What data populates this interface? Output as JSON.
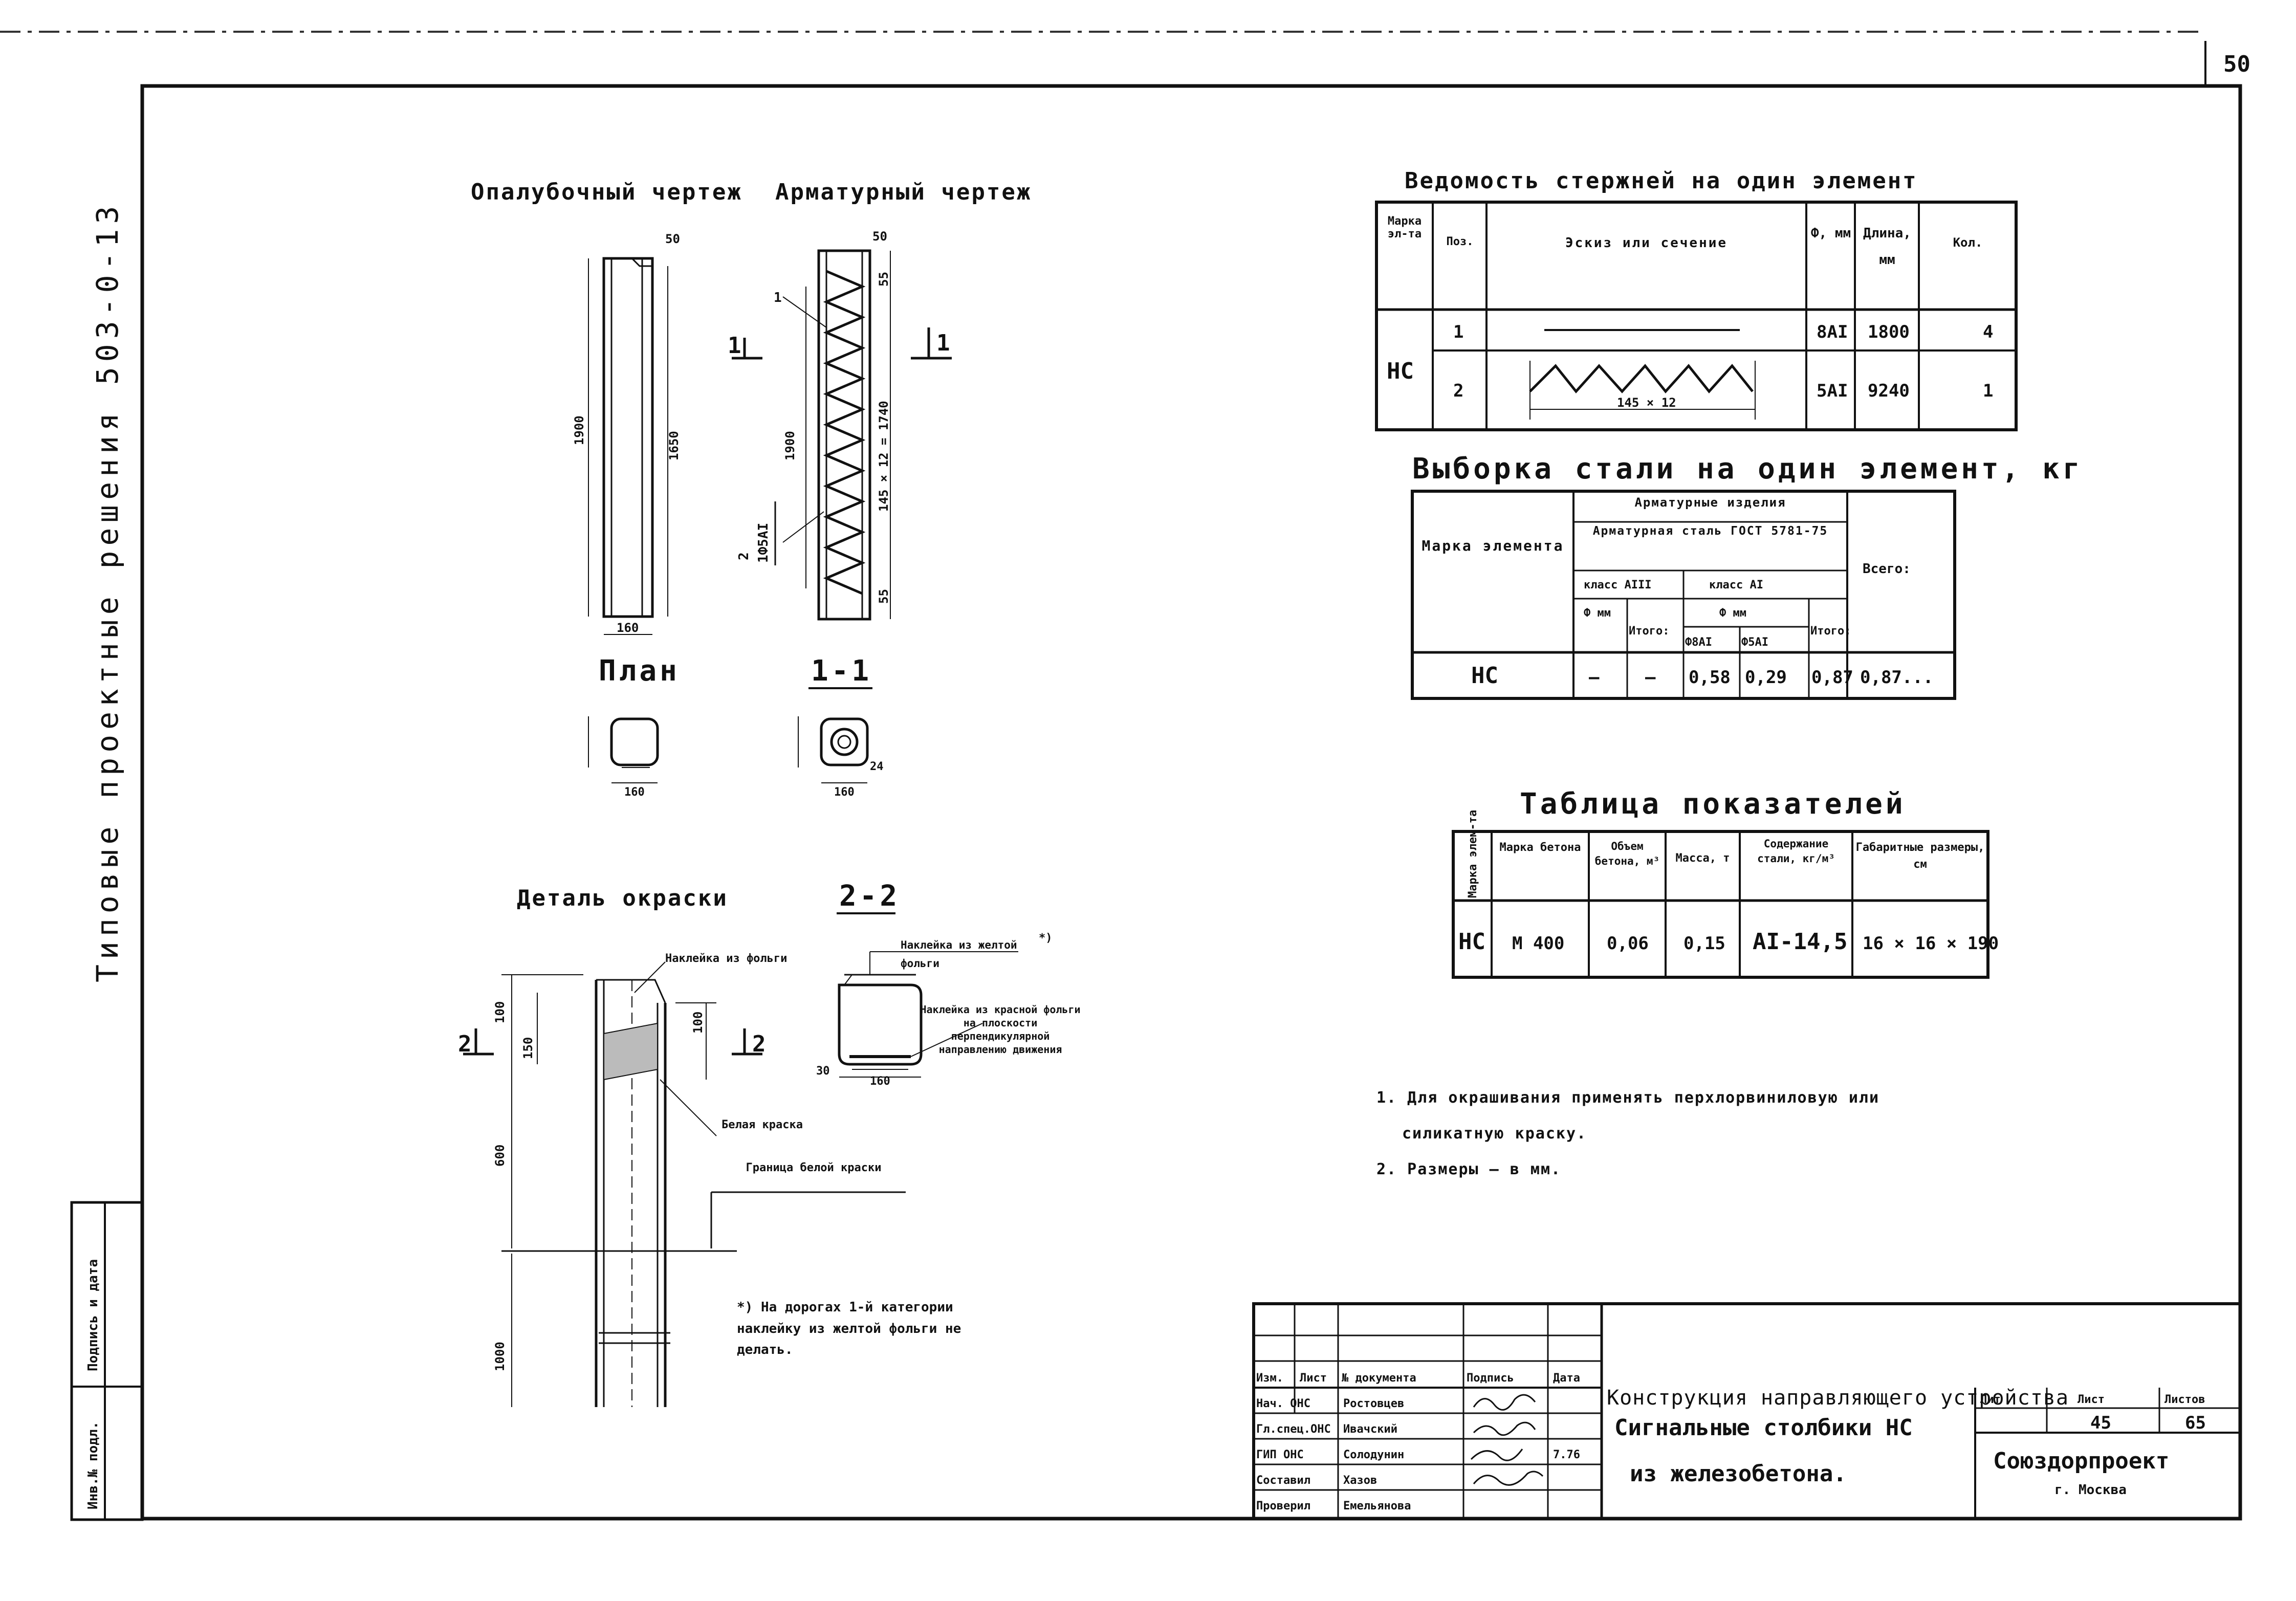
{
  "corner_sheet_number": "50",
  "side_title": "Типовые проектные решения   503-0-13",
  "side_stamp": {
    "inv": "Инв.№ подл.",
    "sign": "Подпись и дата"
  },
  "headings": {
    "formwork": "Опалубочный чертеж",
    "reinforcement": "Арматурный чертеж",
    "plan": "План",
    "section_1": "1-1",
    "painting_detail": "Деталь окраски",
    "section_2": "2-2"
  },
  "drawing_labels": {
    "section_mark": "1",
    "section_mark_2": "2",
    "bar_mark_1": "1",
    "bar_mark_2": "2",
    "bar_callout": "1Ф5АI",
    "spiral_dim": "145 × 12 = 1740",
    "dims": {
      "top": "50",
      "len_1900": "1900",
      "len_1650": "1650",
      "width_160": "160",
      "r55": "55",
      "d100": "100",
      "d150": "150",
      "d600": "600",
      "d1000": "1000",
      "d30": "30",
      "d24": "24"
    },
    "film_yellow": "Наклейка из фольги",
    "film_yellow_2": "Наклейка из желтой фольги",
    "film_red": "Наклейка из красной фольги на плоскости перпендикулярной направлению движения",
    "white_paint": "Белая краска",
    "white_border": "Граница белой краски",
    "footnote": "*) На дорогах 1-й категории наклейку из желтой фольги не делать.",
    "footnote_mark": "*)"
  },
  "bars_table": {
    "title": "Ведомость стержней на один элемент",
    "headers": [
      "Марка эл-та",
      "Поз.",
      "Эскиз или сечение",
      "Ф, мм",
      "Длина, мм",
      "Кол."
    ],
    "element": "НС",
    "rows": [
      {
        "pos": "1",
        "dia": "8АI",
        "length": "1800",
        "qty": "4"
      },
      {
        "pos": "2",
        "dia": "5АI",
        "length": "9240",
        "qty": "1",
        "sketch_label": "145 × 12"
      }
    ]
  },
  "steel_table": {
    "title": "Выборка стали на один элемент, кг",
    "h_mark": "Марка элемента",
    "h_products": "Арматурные изделия",
    "h_steel": "Арматурная сталь ГОСТ 5781-75",
    "h_class3": "класс АIII",
    "h_class1": "класс АI",
    "h_phi_mm": "Ф мм",
    "h_total_sub": "Итого:",
    "h_phi8": "Ф8АI",
    "h_phi5": "Ф5АI",
    "h_total": "Всего:",
    "row": {
      "mark": "НС",
      "c3_phi": "—",
      "c3_total": "—",
      "phi8": "0,58",
      "phi5": "0,29",
      "c1_total": "0,87",
      "total": "0,87..."
    }
  },
  "indicators_table": {
    "title": "Таблица показателей",
    "headers": [
      "Марка элем-та",
      "Марка бетона",
      "Объем бетона, м³",
      "Масса, т",
      "Содержание стали, кг/м³",
      "Габаритные размеры, см"
    ],
    "row": [
      "НС",
      "М 400",
      "0,06",
      "0,15",
      "АI-14,5",
      "16 × 16 × 190"
    ]
  },
  "notes": [
    "1. Для окрашивания применять перхлорвиниловую или",
    "силикатную краску.",
    "2. Размеры — в мм."
  ],
  "title_block": {
    "col_headers": [
      "Изм.",
      "Лист",
      "№ документа",
      "Подпись",
      "Дата"
    ],
    "people": [
      {
        "role": "Нач. ОНС",
        "name": "Ростовцев"
      },
      {
        "role": "Гл.спец.ОНС",
        "name": "Ивачский"
      },
      {
        "role": "ГИП ОНС",
        "name": "Солодунин",
        "date": "7.76"
      },
      {
        "role": "Составил",
        "name": "Хазов"
      },
      {
        "role": "Проверил",
        "name": "Емельянова"
      }
    ],
    "title_line1": "Конструкция направляющего устройства",
    "title_line2": "Сигнальные столбики НС",
    "title_line3": "из железобетона.",
    "stage_label": "Лит",
    "sheet_label": "Лист",
    "sheets_label": "Листов",
    "sheet": "45",
    "sheets": "65",
    "org": "Союздорпроект",
    "city": "г. Москва"
  }
}
